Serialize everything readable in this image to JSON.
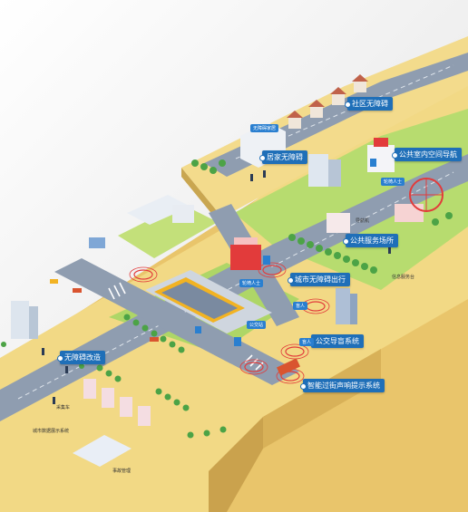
{
  "labels": {
    "community": "社区无障碍",
    "home": "居家无障碍",
    "public_indoor": "公共室内空间导航",
    "public_service": "公共服务场所",
    "city_travel": "城市无障碍出行",
    "transit_voice": "公交导盲系统",
    "crossing_sound": "智能过街声响提示系统",
    "renovation": "无障碍改造"
  },
  "small_labels": {
    "home_sign": "无障碍家居",
    "wheelchair_person_1": "轮椅人士",
    "wheelchair_person_2": "轮椅人士",
    "blind_person_1": "盲人",
    "blind_person_2": "盲人",
    "data_collect": "采集车",
    "city_display": "城市数据展示系统",
    "accident_mgmt": "事故管理",
    "bus_stop": "公交站",
    "guide_machine": "导航机",
    "service_kiosk": "信息服务台"
  },
  "colors": {
    "accent": "#1f6fb8",
    "ground": "#f0d47e",
    "grass": "#b9dd72",
    "road": "#8c9bae"
  }
}
